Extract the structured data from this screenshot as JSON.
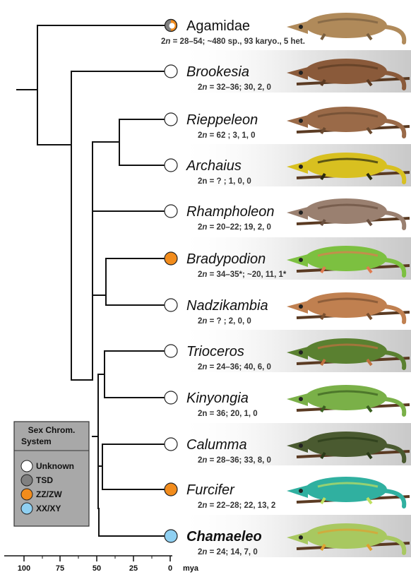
{
  "colors": {
    "unknown": "#ffffff",
    "tsd": "#808080",
    "zzzw": "#f28c1c",
    "xxxy": "#8fd0f2",
    "band": "#dcdcdc",
    "legend_bg": "#a8a8a8"
  },
  "taxa": [
    {
      "id": "agamidae",
      "name": "Agamidae",
      "italic": false,
      "bold": false,
      "state": "agamidae-mixed",
      "band": false,
      "karyo_prefix": "2",
      "karyo_n": "n",
      "karyo_rest": " = 28–54; ~480 sp., 93 karyo., 5 het.",
      "image": "bearded-dragon-photo"
    },
    {
      "id": "brookesia",
      "name": "Brookesia",
      "italic": true,
      "bold": false,
      "state": "unknown",
      "band": true,
      "karyo_prefix": "2",
      "karyo_n": "n",
      "karyo_rest": " = 32–36; 30, 2, 0",
      "image": "brookesia-photo"
    },
    {
      "id": "rieppeleon",
      "name": "Rieppeleon",
      "italic": true,
      "bold": false,
      "state": "unknown",
      "band": false,
      "karyo_prefix": "2",
      "karyo_n": "n",
      "karyo_rest": " = 62 ; 3, 1, 0",
      "image": "rieppeleon-photo"
    },
    {
      "id": "archaius",
      "name": "Archaius",
      "italic": true,
      "bold": false,
      "state": "unknown",
      "band": true,
      "karyo_prefix": "2n",
      "karyo_n": "",
      "karyo_rest": " = ? ; 1, 0, 0",
      "image": "archaius-photo"
    },
    {
      "id": "rhampholeon",
      "name": "Rhampholeon",
      "italic": true,
      "bold": false,
      "state": "unknown",
      "band": false,
      "karyo_prefix": "2",
      "karyo_n": "n",
      "karyo_rest": " = 20–22; 19, 2, 0",
      "image": "rhampholeon-photo"
    },
    {
      "id": "bradypodion",
      "name": "Bradypodion",
      "italic": true,
      "bold": false,
      "state": "zzzw",
      "band": true,
      "karyo_prefix": "2",
      "karyo_n": "n",
      "karyo_rest": " = 34–35*; ~20, 11, 1*",
      "image": "bradypodion-photo"
    },
    {
      "id": "nadzikambia",
      "name": "Nadzikambia",
      "italic": true,
      "bold": false,
      "state": "unknown",
      "band": false,
      "karyo_prefix": "2",
      "karyo_n": "n",
      "karyo_rest": " = ? ; 2, 0, 0",
      "image": "nadzikambia-photo"
    },
    {
      "id": "trioceros",
      "name": "Trioceros",
      "italic": true,
      "bold": false,
      "state": "unknown",
      "band": true,
      "karyo_prefix": "2",
      "karyo_n": "n",
      "karyo_rest": " = 24–36; 40, 6, 0",
      "image": "trioceros-photo"
    },
    {
      "id": "kinyongia",
      "name": "Kinyongia",
      "italic": true,
      "bold": false,
      "state": "unknown",
      "band": false,
      "karyo_prefix": "2n",
      "karyo_n": "",
      "karyo_rest": " = 36; 20, 1, 0",
      "image": "kinyongia-photo"
    },
    {
      "id": "calumma",
      "name": "Calumma",
      "italic": true,
      "bold": false,
      "state": "unknown",
      "band": true,
      "karyo_prefix": "2",
      "karyo_n": "n",
      "karyo_rest": " = 28–36; 33, 8, 0",
      "image": "calumma-photo"
    },
    {
      "id": "furcifer",
      "name": "Furcifer",
      "italic": true,
      "bold": false,
      "state": "zzzw",
      "band": false,
      "karyo_prefix": "2",
      "karyo_n": "n",
      "karyo_rest": " = 22–28; 22, 13, 2",
      "image": "furcifer-photo"
    },
    {
      "id": "chamaeleo",
      "name": "Chamaeleo",
      "italic": true,
      "bold": true,
      "state": "xxxy",
      "band": true,
      "karyo_prefix": "2",
      "karyo_n": "n",
      "karyo_rest": " = 24; 14, 7, 0",
      "image": "chamaeleo-photo"
    }
  ],
  "legend": {
    "title_line1": "Sex Chrom.",
    "title_line2": "System",
    "items": [
      {
        "label": "Unknown",
        "state": "unknown"
      },
      {
        "label": "TSD",
        "state": "tsd"
      },
      {
        "label": "ZZ/ZW",
        "state": "zzzw"
      },
      {
        "label": "XX/XY",
        "state": "xxxy"
      }
    ]
  },
  "axis": {
    "ticks": [
      "100",
      "75",
      "50",
      "25",
      "0"
    ],
    "unit": "mya"
  }
}
